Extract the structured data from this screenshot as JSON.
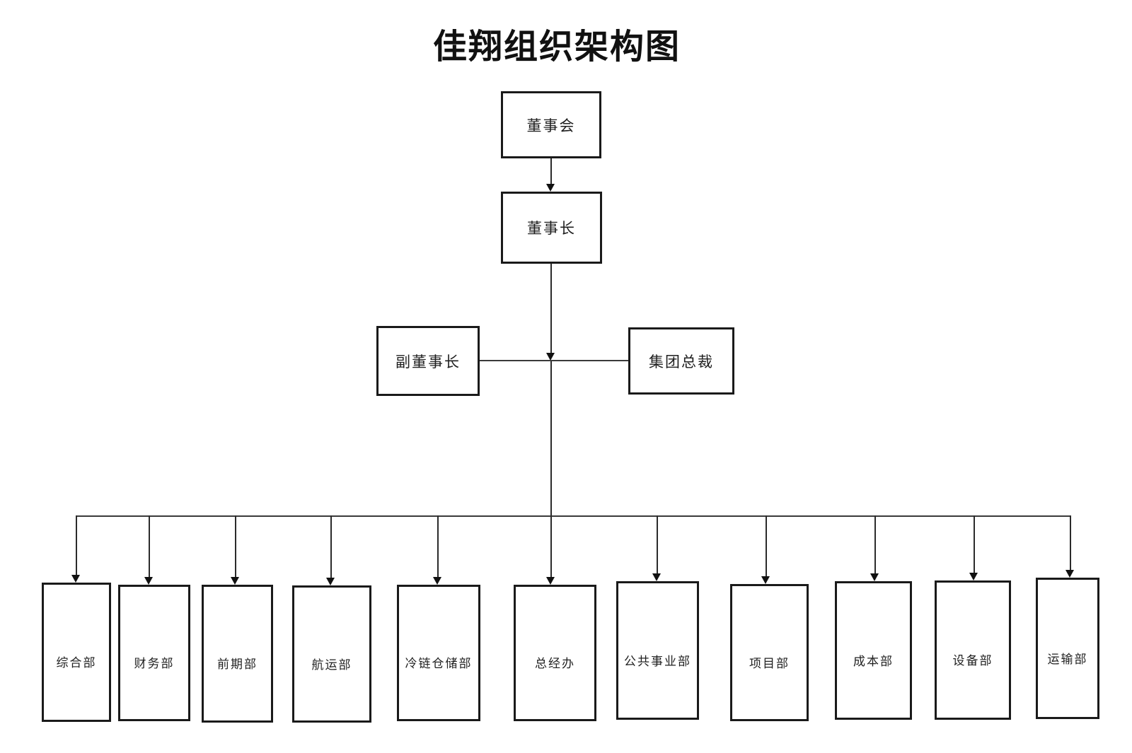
{
  "title": "佳翔组织架构图",
  "org": {
    "board": {
      "label": "董事会"
    },
    "chairman": {
      "label": "董事长"
    },
    "vice_chairman": {
      "label": "副董事长"
    },
    "president": {
      "label": "集团总裁"
    },
    "departments": [
      {
        "label": "综合部"
      },
      {
        "label": "财务部"
      },
      {
        "label": "前期部"
      },
      {
        "label": "航运部"
      },
      {
        "label": "冷链仓储部"
      },
      {
        "label": "总经办"
      },
      {
        "label": "公共事业部"
      },
      {
        "label": "项目部"
      },
      {
        "label": "成本部"
      },
      {
        "label": "设备部"
      },
      {
        "label": "运输部"
      }
    ]
  },
  "colors": {
    "background": "#ffffff",
    "line": "#2b2b2b",
    "box_border": "#1a1a1a",
    "text": "#1f1f1f"
  }
}
